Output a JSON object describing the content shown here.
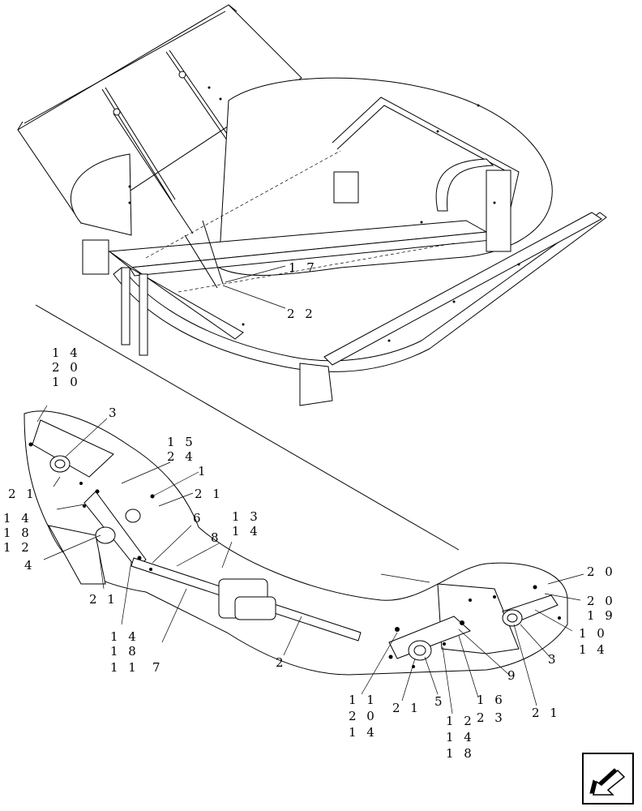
{
  "diagram": {
    "callouts": [
      "1 7",
      "2 2",
      "1 4",
      "2 0",
      "1 0",
      "3",
      "1 5",
      "2 4",
      "1",
      "2 1",
      "2 1",
      "1 4",
      "1 8",
      "1 2",
      "6",
      "1 3",
      "1 4",
      "8",
      "4",
      "2 1",
      "1 4",
      "1 8",
      "1 1",
      "7",
      "2",
      "2 0",
      "2 0",
      "1 9",
      "1 0",
      "1 4",
      "3",
      "9",
      "1 6",
      "2 3",
      "2 1",
      "1 1",
      "2 0",
      "1 4",
      "2 1",
      "5",
      "1 2",
      "1 4",
      "1 8"
    ]
  },
  "navigation": {
    "icon": "next-page-arrow-icon"
  }
}
